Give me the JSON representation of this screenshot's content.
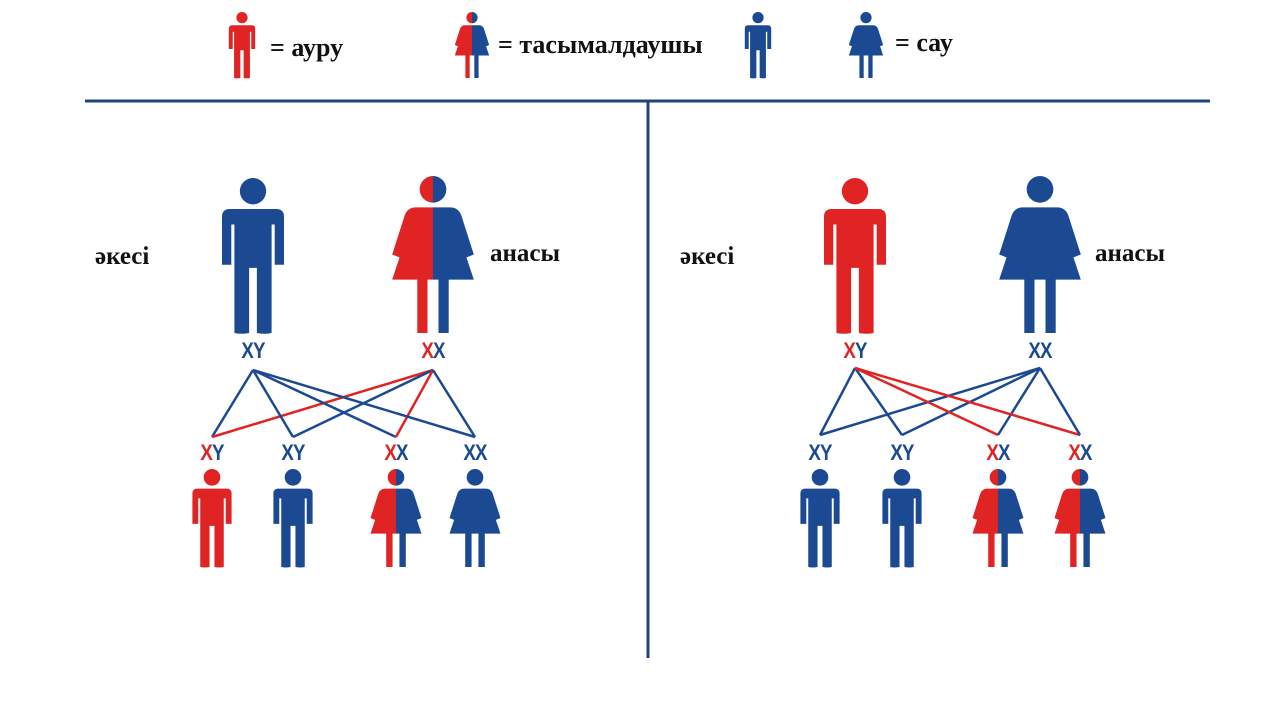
{
  "colors": {
    "red": "#e02424",
    "blue": "#1b4a92",
    "divider": "#22437a"
  },
  "legend": [
    {
      "figure": {
        "sex": "male",
        "fill": "red"
      },
      "text": "=  ауру"
    },
    {
      "figure": {
        "sex": "female",
        "fill": "split"
      },
      "text": "= тасымалдаушы"
    },
    {
      "figure": {
        "sex": "male",
        "fill": "blue"
      },
      "text": ""
    },
    {
      "figure": {
        "sex": "female",
        "fill": "blue"
      },
      "text": "=  сау"
    }
  ],
  "panels": [
    {
      "father_label": "әкесі",
      "mother_label": "анасы",
      "father": {
        "sex": "male",
        "fill": "blue",
        "chrom": [
          {
            "t": "X",
            "c": "blue"
          },
          {
            "t": "Y",
            "c": "blue"
          }
        ]
      },
      "mother": {
        "sex": "female",
        "fill": "split",
        "chrom": [
          {
            "t": "X",
            "c": "red"
          },
          {
            "t": "X",
            "c": "blue"
          }
        ]
      },
      "children": [
        {
          "sex": "male",
          "fill": "red",
          "chrom": [
            {
              "t": "X",
              "c": "red"
            },
            {
              "t": "Y",
              "c": "blue"
            }
          ],
          "from_father": "blue",
          "from_mother": "red"
        },
        {
          "sex": "male",
          "fill": "blue",
          "chrom": [
            {
              "t": "X",
              "c": "blue"
            },
            {
              "t": "Y",
              "c": "blue"
            }
          ],
          "from_father": "blue",
          "from_mother": "blue"
        },
        {
          "sex": "female",
          "fill": "split",
          "chrom": [
            {
              "t": "X",
              "c": "red"
            },
            {
              "t": "X",
              "c": "blue"
            }
          ],
          "from_father": "blue",
          "from_mother": "red"
        },
        {
          "sex": "female",
          "fill": "blue",
          "chrom": [
            {
              "t": "X",
              "c": "blue"
            },
            {
              "t": "X",
              "c": "blue"
            }
          ],
          "from_father": "blue",
          "from_mother": "blue"
        }
      ]
    },
    {
      "father_label": "әкесі",
      "mother_label": "анасы",
      "father": {
        "sex": "male",
        "fill": "red",
        "chrom": [
          {
            "t": "X",
            "c": "red"
          },
          {
            "t": "Y",
            "c": "blue"
          }
        ]
      },
      "mother": {
        "sex": "female",
        "fill": "blue",
        "chrom": [
          {
            "t": "X",
            "c": "blue"
          },
          {
            "t": "X",
            "c": "blue"
          }
        ]
      },
      "children": [
        {
          "sex": "male",
          "fill": "blue",
          "chrom": [
            {
              "t": "X",
              "c": "blue"
            },
            {
              "t": "Y",
              "c": "blue"
            }
          ],
          "from_father": "blue",
          "from_mother": "blue"
        },
        {
          "sex": "male",
          "fill": "blue",
          "chrom": [
            {
              "t": "X",
              "c": "blue"
            },
            {
              "t": "Y",
              "c": "blue"
            }
          ],
          "from_father": "blue",
          "from_mother": "blue"
        },
        {
          "sex": "female",
          "fill": "split",
          "chrom": [
            {
              "t": "X",
              "c": "red"
            },
            {
              "t": "X",
              "c": "blue"
            }
          ],
          "from_father": "red",
          "from_mother": "blue"
        },
        {
          "sex": "female",
          "fill": "split",
          "chrom": [
            {
              "t": "X",
              "c": "red"
            },
            {
              "t": "X",
              "c": "blue"
            }
          ],
          "from_father": "red",
          "from_mother": "blue"
        }
      ]
    }
  ]
}
